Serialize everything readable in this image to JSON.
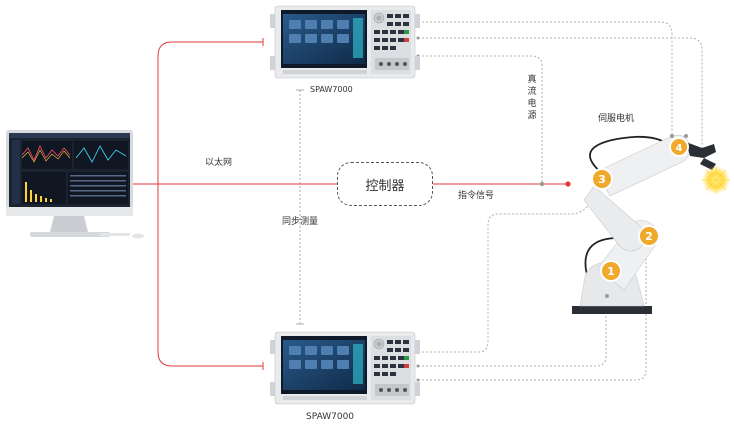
{
  "labels": {
    "ethernet": "以太网",
    "sync_measure": "同步测量",
    "controller": "控制器",
    "command_signal": "指令信号",
    "true_current_power": "真流电源",
    "servo_motor": "伺服电机",
    "analyzer_top": "SPAW7000",
    "analyzer_bottom": "SPAW7000"
  },
  "joints": [
    "1",
    "2",
    "3",
    "4"
  ],
  "colors": {
    "ethernet_line": "#e03a3a",
    "dashed_line": "#9a9a9a",
    "robot_arm": "#e6e8ea",
    "joint": "#f0a92a",
    "instrument_screen": "#1d3e66",
    "spark": "#ffd83a"
  }
}
